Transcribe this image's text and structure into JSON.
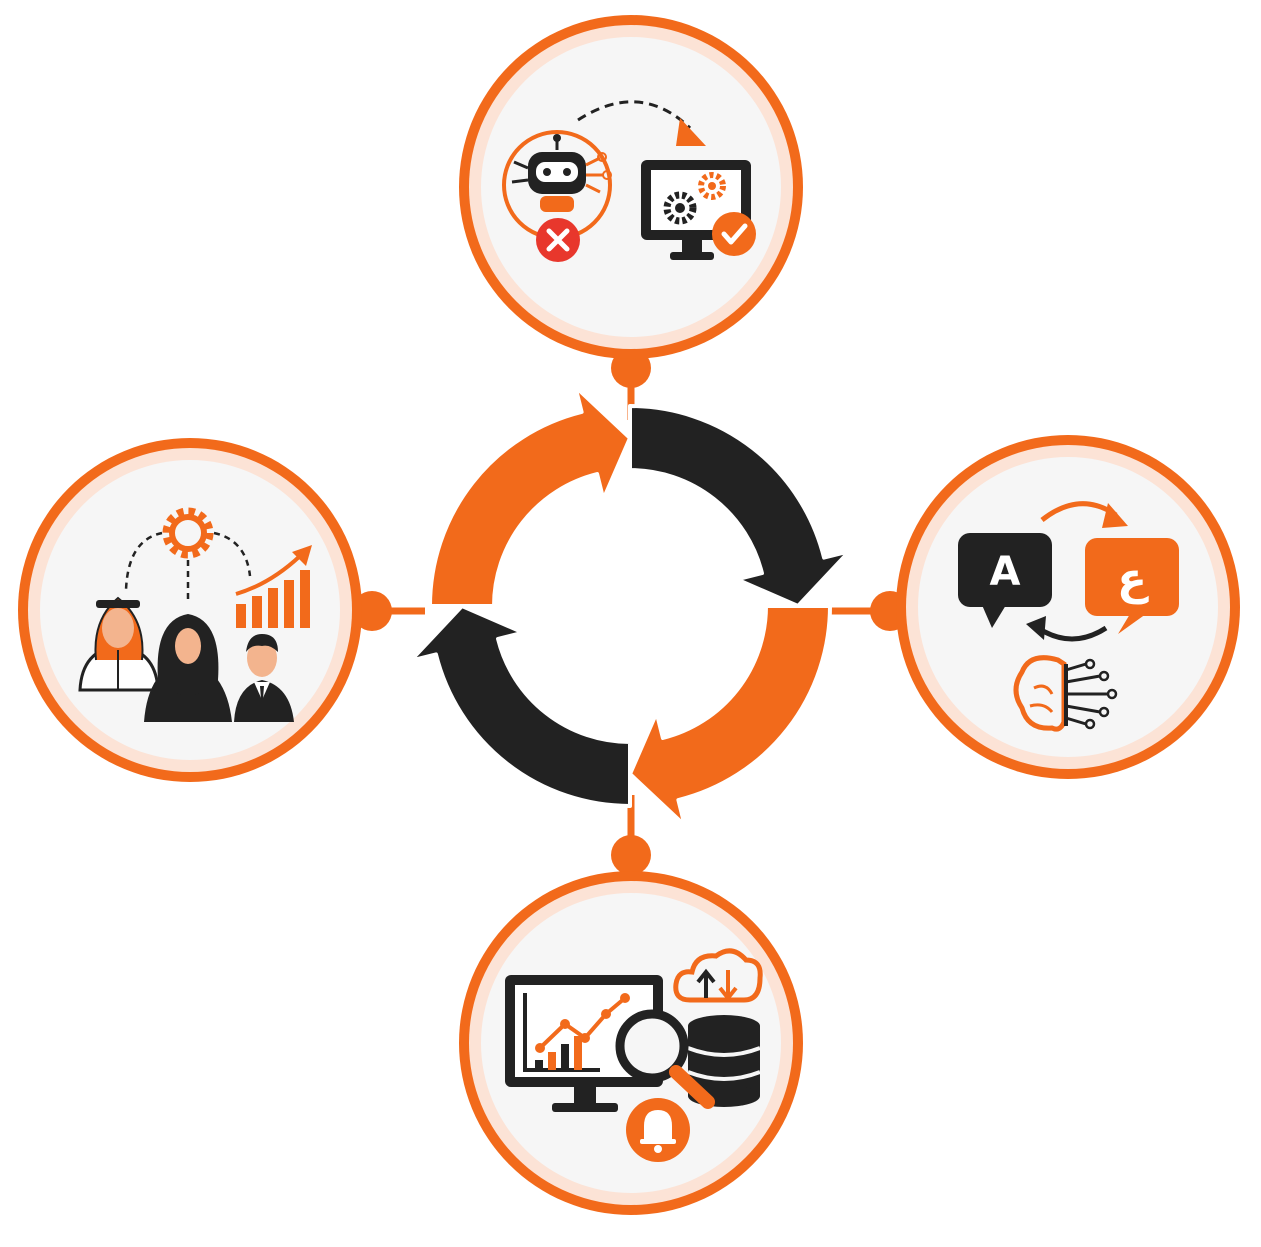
{
  "colors": {
    "accent": "#F26A1B",
    "dark": "#222222",
    "ring_inner": "#FCE3D6",
    "circle_fill": "#F6F6F6",
    "red": "#E8372C"
  },
  "cycle": {
    "segments": [
      "orange-top-left",
      "dark-top-right",
      "orange-bottom-right",
      "dark-bottom-left"
    ]
  },
  "nodes": {
    "top": {
      "icons": [
        "robot-icon",
        "cross-icon",
        "dashed-arrow-icon",
        "monitor-icon",
        "gears-icon",
        "check-icon"
      ]
    },
    "right": {
      "icons": [
        "speech-bubble-icon",
        "speech-bubble-icon",
        "swap-arrows-icon",
        "brain-circuit-icon"
      ],
      "latin_letter": "A",
      "arabic_letter": "ع"
    },
    "bottom": {
      "icons": [
        "monitor-chart-icon",
        "magnifier-icon",
        "database-icon",
        "cloud-sync-icon",
        "bell-icon"
      ]
    },
    "left": {
      "icons": [
        "gear-icon",
        "growth-chart-icon",
        "man-in-ghutra-icon",
        "woman-in-hijab-icon",
        "businessman-icon"
      ]
    }
  }
}
